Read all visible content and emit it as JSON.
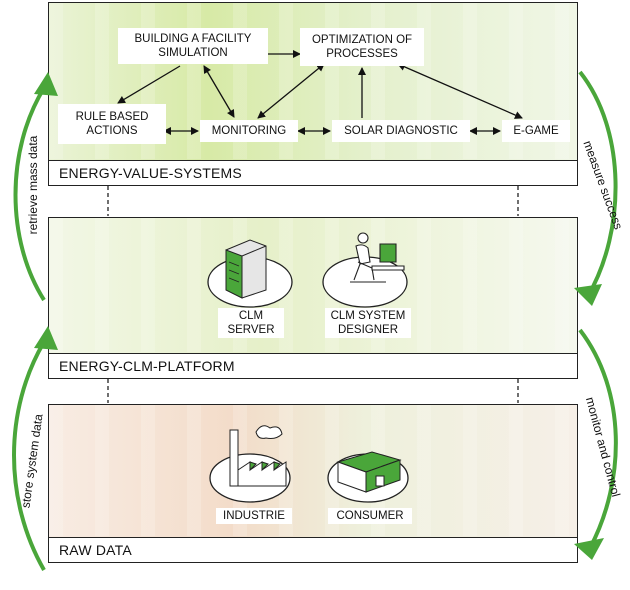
{
  "layers": [
    {
      "name": "ENERGY-VALUE-SYSTEMS"
    },
    {
      "name": "ENERGY-CLM-PLATFORM"
    },
    {
      "name": "RAW DATA"
    }
  ],
  "value_systems": {
    "building_sim": "BUILDING A FACILITY\nSIMULATION",
    "optimization": "OPTIMIZATION OF\nPROCESSES",
    "rule_based": "RULE BASED\nACTIONS",
    "monitoring": "MONITORING",
    "solar": "SOLAR DIAGNOSTIC",
    "egame": "E-GAME"
  },
  "platform": {
    "server": "CLM\nSERVER",
    "designer": "CLM SYSTEM\nDESIGNER"
  },
  "raw": {
    "industrie": "INDUSTRIE",
    "consumer": "CONSUMER"
  },
  "side_arrows": {
    "retrieve": "retrieve mass data",
    "measure": "measure success",
    "monitor": "monitor and control",
    "store": "store system data"
  },
  "colors": {
    "accent_green": "#4aa63a",
    "outline": "#222222"
  },
  "icons": [
    "server-icon",
    "designer-icon",
    "factory-icon",
    "house-icon"
  ]
}
